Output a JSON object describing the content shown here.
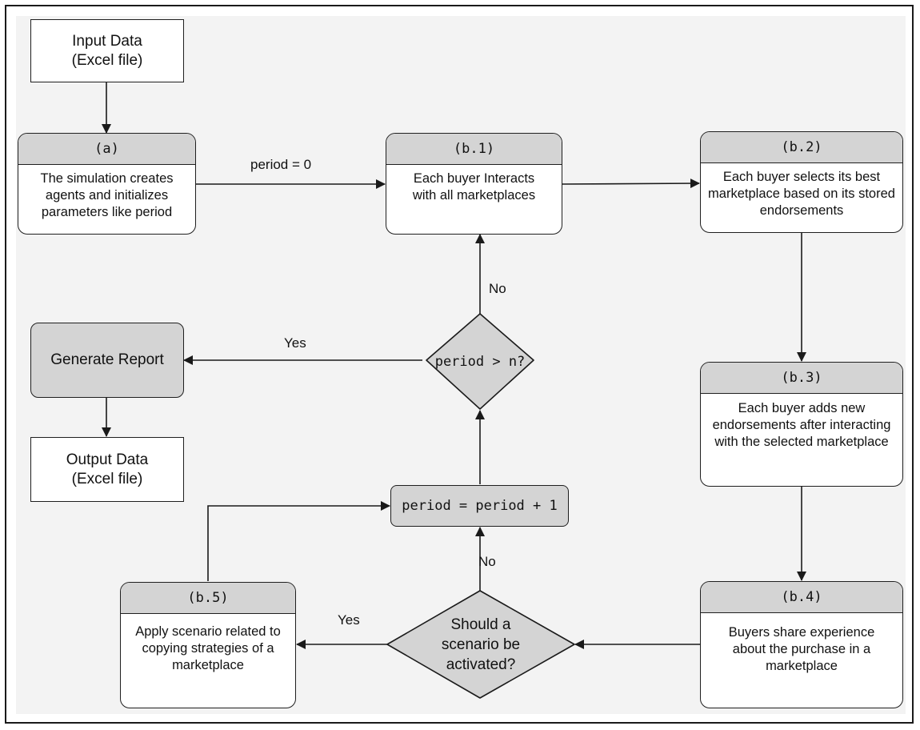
{
  "nodes": {
    "input": "Input Data\n(Excel file)",
    "a": {
      "header": "(a)",
      "text": "The simulation creates agents and initializes parameters like period"
    },
    "b1": {
      "header": "(b.1)",
      "text": "Each buyer Interacts with all marketplaces"
    },
    "b2": {
      "header": "(b.2)",
      "text": "Each buyer selects its best marketplace based on its stored endorsements"
    },
    "b3": {
      "header": "(b.3)",
      "text": "Each buyer adds new endorsements after interacting with the selected marketplace"
    },
    "b4": {
      "header": "(b.4)",
      "text": "Buyers share experience about the purchase in a marketplace"
    },
    "b5": {
      "header": "(b.5)",
      "text": "Apply scenario related to copying strategies of a marketplace"
    },
    "report": "Generate Report",
    "output": "Output Data\n(Excel file)",
    "increment": "period = period + 1",
    "decision_period": "period > n?",
    "decision_scenario": "Should a scenario be activated?"
  },
  "edge_labels": {
    "period_zero": "period = 0",
    "yes_report": "Yes",
    "no_loop": "No",
    "yes_scenario": "Yes",
    "no_scenario": "No"
  }
}
